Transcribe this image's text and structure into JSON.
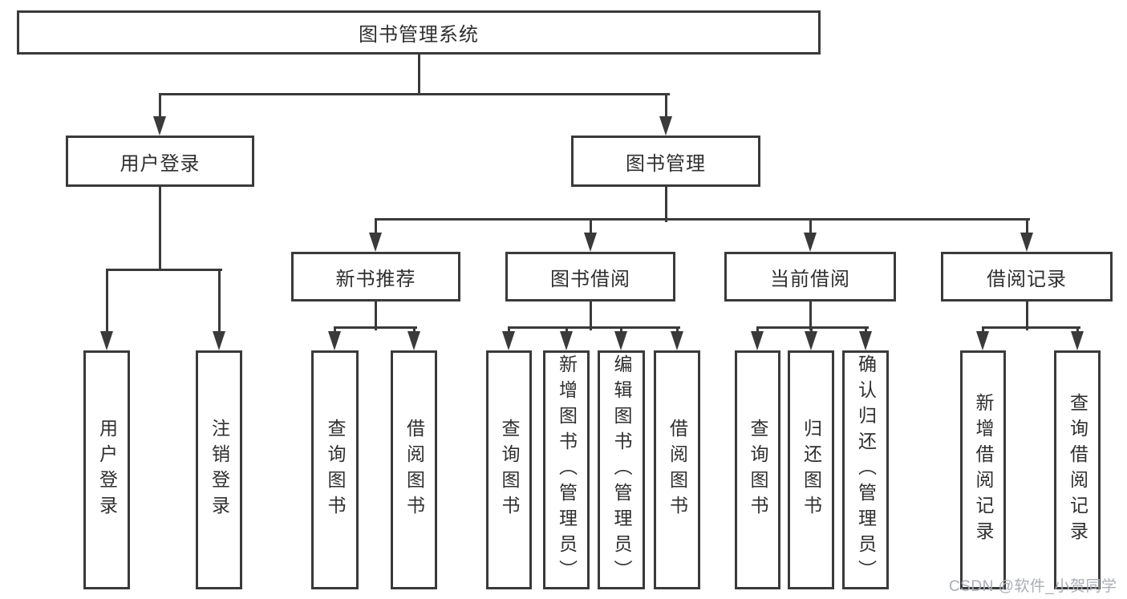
{
  "diagram": {
    "root": {
      "label": "图书管理系统"
    },
    "level2": [
      {
        "label": "用户登录"
      },
      {
        "label": "图书管理"
      }
    ],
    "level3": [
      {
        "label": "新书推荐"
      },
      {
        "label": "图书借阅"
      },
      {
        "label": "当前借阅"
      },
      {
        "label": "借阅记录"
      }
    ],
    "leaves": [
      {
        "label": "用户登录"
      },
      {
        "label": "注销登录"
      },
      {
        "label": "查询图书"
      },
      {
        "label": "借阅图书"
      },
      {
        "label": "查询图书"
      },
      {
        "label": "新增图书（管理员）"
      },
      {
        "label": "编辑图书（管理员）"
      },
      {
        "label": "借阅图书"
      },
      {
        "label": "查询图书"
      },
      {
        "label": "归还图书"
      },
      {
        "label": "确认归还（管理员）"
      },
      {
        "label": "新增借阅记录"
      },
      {
        "label": "查询借阅记录"
      }
    ]
  },
  "watermark": {
    "text": "CSDN @软件_小贺同学"
  },
  "colors": {
    "line": "#3a3a3a",
    "text": "#2f2f2f",
    "watermark": "#a9aeb6",
    "background": "#ffffff"
  }
}
